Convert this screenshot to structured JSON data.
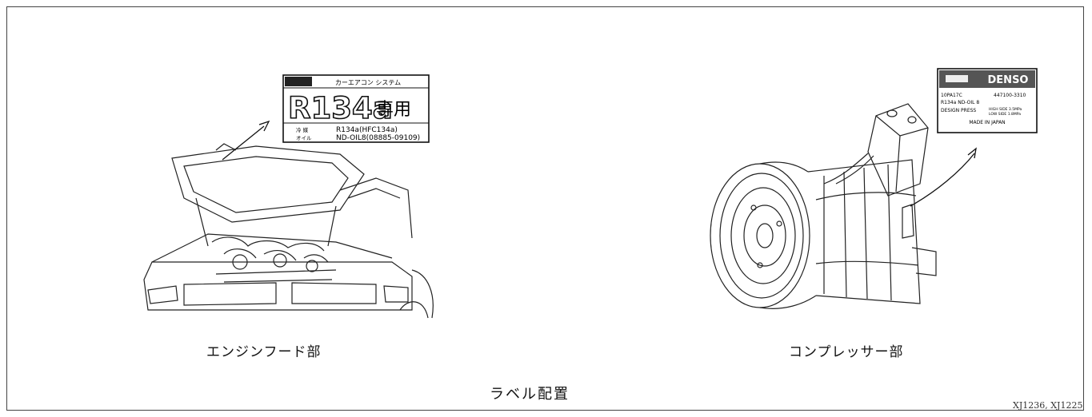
{
  "left_figure": {
    "caption": "エンジンフード部",
    "label": {
      "badge": "",
      "system": "カーエアコン システム",
      "refrigerant_big": "R134a",
      "exclusive": "専用",
      "row1_key": "冷 媒",
      "row1_value": "R134a(HFC134a)",
      "row2_key": "オイル",
      "row2_value": "ND-OIL8(08885-09109)"
    }
  },
  "right_figure": {
    "caption": "コンプレッサー部",
    "label": {
      "brand": "DENSO",
      "model": "10PA17C",
      "part_no": "447100-3310",
      "refrigerant_oil": "R134a ND-OIL 8",
      "design_press": "DESIGN PRESS",
      "high": "HIGH SIDE 3.5MPa",
      "low": "LOW SIDE 1.8MPa",
      "made_in": "MADE IN JAPAN"
    }
  },
  "title": "ラベル配置",
  "reference": "XJ1236, XJ1225"
}
